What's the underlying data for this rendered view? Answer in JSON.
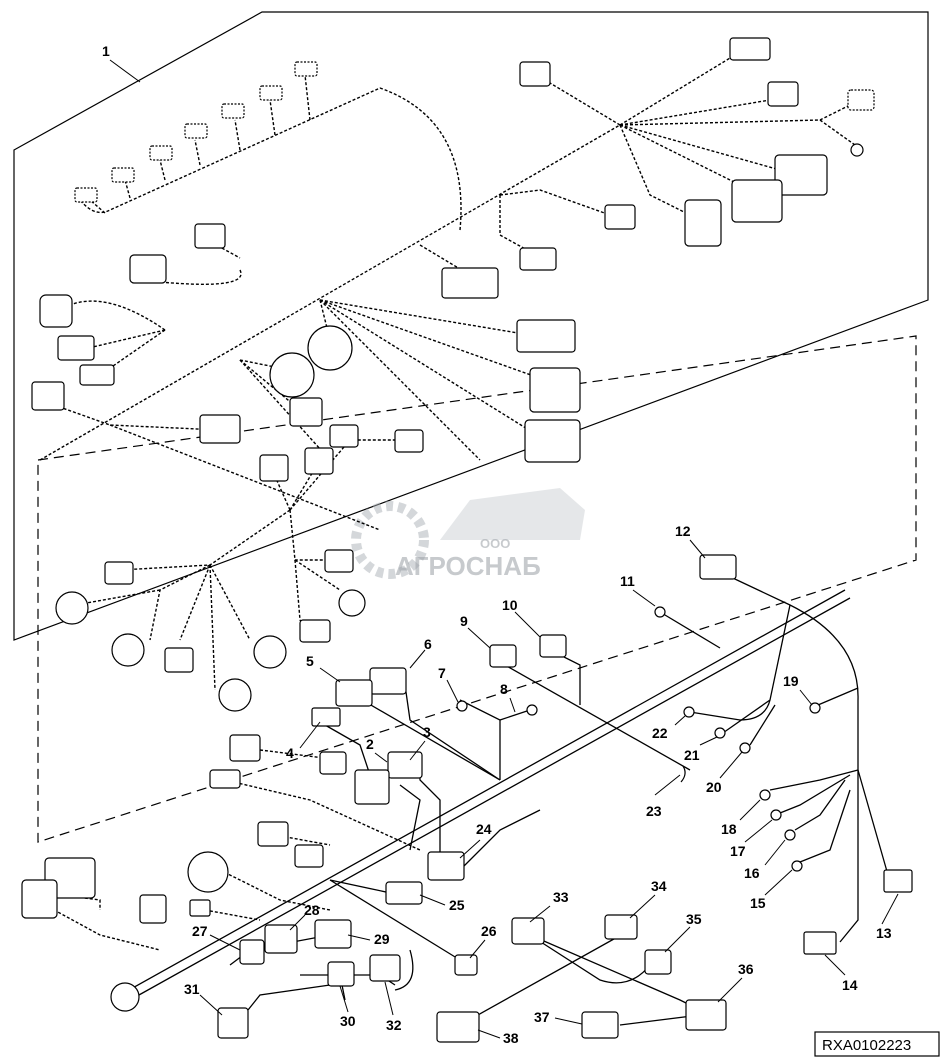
{
  "figure_reference": "RXA0102223",
  "watermark": {
    "text": "АГРОСНАБ",
    "prefix": "ООО"
  },
  "callouts": [
    {
      "id": "1",
      "text": "1"
    },
    {
      "id": "2",
      "text": "2"
    },
    {
      "id": "3",
      "text": "3"
    },
    {
      "id": "4",
      "text": "4"
    },
    {
      "id": "5",
      "text": "5"
    },
    {
      "id": "6",
      "text": "6"
    },
    {
      "id": "7",
      "text": "7"
    },
    {
      "id": "8",
      "text": "8"
    },
    {
      "id": "9",
      "text": "9"
    },
    {
      "id": "10",
      "text": "10"
    },
    {
      "id": "11",
      "text": "11"
    },
    {
      "id": "12",
      "text": "12"
    },
    {
      "id": "13",
      "text": "13"
    },
    {
      "id": "14",
      "text": "14"
    },
    {
      "id": "15",
      "text": "15"
    },
    {
      "id": "16",
      "text": "16"
    },
    {
      "id": "17",
      "text": "17"
    },
    {
      "id": "18",
      "text": "18"
    },
    {
      "id": "19",
      "text": "19"
    },
    {
      "id": "20",
      "text": "20"
    },
    {
      "id": "21",
      "text": "21"
    },
    {
      "id": "22",
      "text": "22"
    },
    {
      "id": "23",
      "text": "23"
    },
    {
      "id": "24",
      "text": "24"
    },
    {
      "id": "25",
      "text": "25"
    },
    {
      "id": "26",
      "text": "26"
    },
    {
      "id": "27",
      "text": "27"
    },
    {
      "id": "28",
      "text": "28"
    },
    {
      "id": "29",
      "text": "29"
    },
    {
      "id": "30",
      "text": "30"
    },
    {
      "id": "31",
      "text": "31"
    },
    {
      "id": "32",
      "text": "32"
    },
    {
      "id": "33",
      "text": "33"
    },
    {
      "id": "34",
      "text": "34"
    },
    {
      "id": "35",
      "text": "35"
    },
    {
      "id": "36",
      "text": "36"
    },
    {
      "id": "37",
      "text": "37"
    },
    {
      "id": "38",
      "text": "38"
    }
  ]
}
